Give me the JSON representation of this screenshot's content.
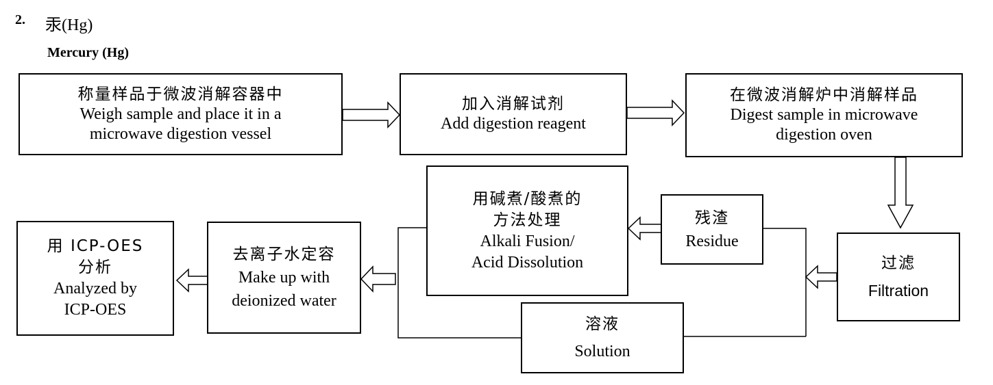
{
  "heading": {
    "number": "2.",
    "title": "汞(Hg)",
    "subtitle": "Mercury (Hg)"
  },
  "steps": {
    "weigh": {
      "zh": "称量样品于微波消解容器中",
      "en": [
        "Weigh sample and place it in a",
        "microwave digestion vessel"
      ]
    },
    "reagent": {
      "zh": "加入消解试剂",
      "en": [
        "Add digestion reagent"
      ]
    },
    "digest": {
      "zh": "在微波消解炉中消解样品",
      "en": [
        "Digest sample in microwave",
        "digestion oven"
      ]
    },
    "filtration": {
      "zh": "过滤",
      "en": [
        "Filtration"
      ]
    },
    "residue": {
      "zh": "残渣",
      "en": [
        "Residue"
      ]
    },
    "fusion": {
      "zh": [
        "用碱煮/酸煮的",
        "方法处理"
      ],
      "en": [
        "Alkali Fusion/",
        "Acid Dissolution"
      ]
    },
    "solution": {
      "zh": "溶液",
      "en": [
        "Solution"
      ]
    },
    "makeup": {
      "zh": "去离子水定容",
      "en": [
        "Make up with",
        "deionized water"
      ]
    },
    "analyze": {
      "zh": [
        "用 ICP-OES",
        "分析"
      ],
      "en": [
        "Analyzed by",
        "ICP-OES"
      ]
    }
  }
}
